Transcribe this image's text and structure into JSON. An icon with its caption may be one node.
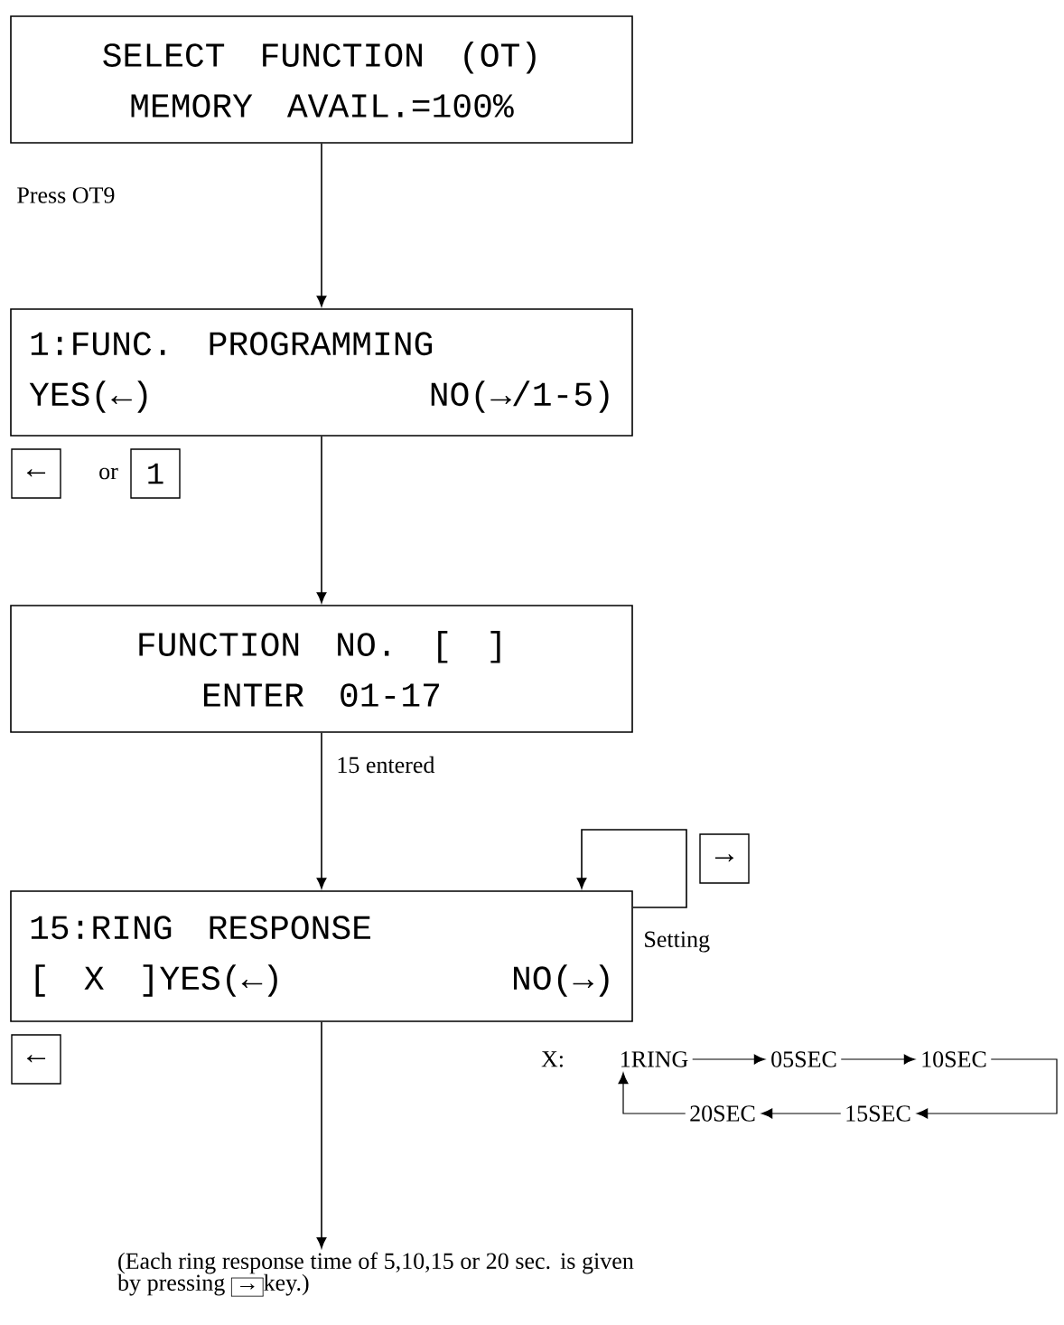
{
  "diagram": {
    "nodes": [
      {
        "text": [
          "SELECT FUNCTION (OT)",
          "MEMORY AVAIL.=100%"
        ]
      },
      {
        "text": [
          "1:FUNC. PROGRAMMING",
          "YES(←)",
          "NO(→/1-5)"
        ]
      },
      {
        "text": [
          "FUNCTION NO. [ ]",
          "ENTER 01-17"
        ]
      },
      {
        "text": [
          "15:RING RESPONSE",
          "[ X ]YES(←)",
          "NO(→)"
        ]
      },
      {
        "text": [
          "(Each ring response time of 5,10,15 or 20 sec. is given by pressing",
          "→",
          "key.)"
        ]
      },
      {
        "text": [
          "1RING"
        ]
      },
      {
        "text": [
          "05SEC"
        ]
      },
      {
        "text": [
          "10SEC"
        ]
      },
      {
        "text": [
          "15SEC"
        ]
      },
      {
        "text": [
          "20SEC"
        ]
      }
    ],
    "edges": [
      {
        "from": 0,
        "to": 1,
        "arrow": "to"
      },
      {
        "from": 1,
        "to": 2,
        "arrow": "to"
      },
      {
        "from": 2,
        "to": 3,
        "arrow": "to",
        "label": "15 entered"
      },
      {
        "from": 3,
        "to": 3,
        "arrow": "to",
        "label": "Setting"
      },
      {
        "from": 3,
        "to": 4,
        "arrow": "to"
      },
      {
        "from": 5,
        "to": 6,
        "arrow": "to"
      },
      {
        "from": 6,
        "to": 7,
        "arrow": "to"
      },
      {
        "from": 7,
        "to": 8,
        "arrow": "to"
      },
      {
        "from": 8,
        "to": 9,
        "arrow": "to"
      },
      {
        "from": 9,
        "to": 5,
        "arrow": "to"
      }
    ],
    "labels": [
      "Press OT9",
      "←",
      "or",
      "1",
      "→",
      "←",
      "X:"
    ]
  }
}
